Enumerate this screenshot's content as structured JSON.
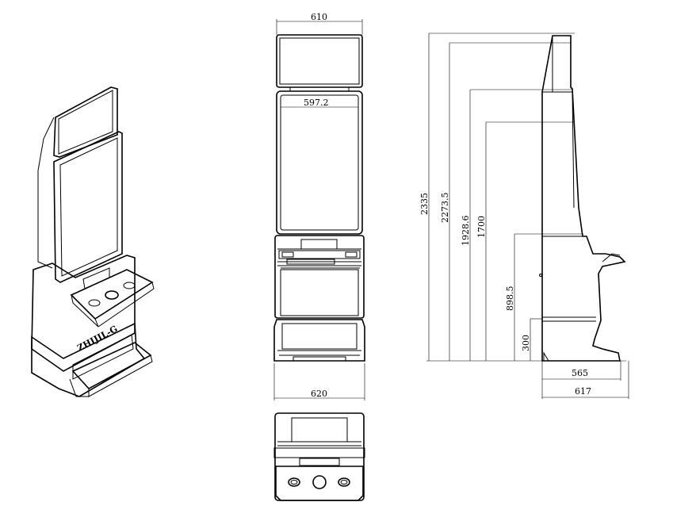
{
  "drawing": {
    "front_view": {
      "top_width": "610",
      "screen_width": "597.2",
      "base_width": "620"
    },
    "side_view": {
      "total_height": "2335",
      "topper_height": "2273.5",
      "main_screen_top": "1928.6",
      "main_screen_bottom": "1700",
      "deck_height": "898.5",
      "base_height": "300",
      "cabinet_depth": "565",
      "overall_depth": "617"
    },
    "iso_view": {
      "brand_mark": "ZHIJIL-G"
    }
  }
}
